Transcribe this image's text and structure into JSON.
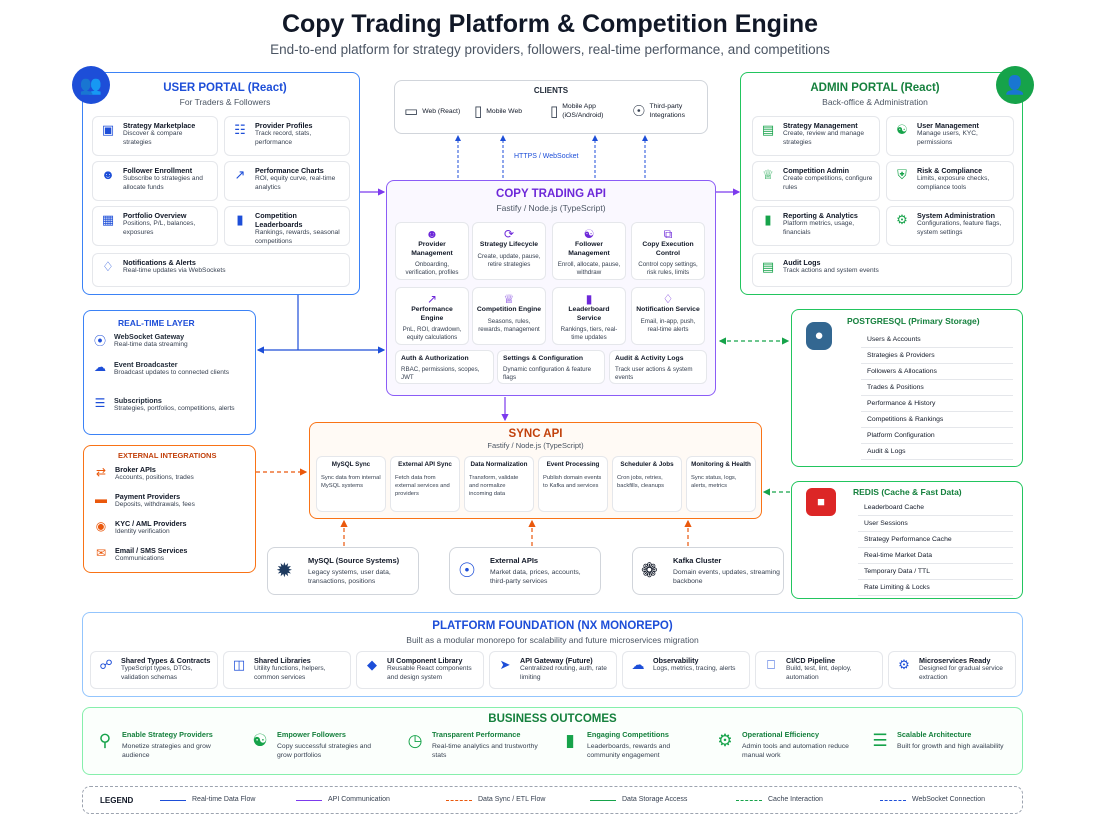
{
  "header": {
    "title": "Copy Trading Platform & Competition Engine",
    "subtitle": "End-to-end platform for strategy providers, followers, real-time performance, and competitions"
  },
  "user_portal": {
    "title": "USER PORTAL (React)",
    "subtitle": "For Traders & Followers",
    "items": [
      {
        "title": "Strategy Marketplace",
        "desc": "Discover & compare strategies",
        "icon": "marketplace-icon"
      },
      {
        "title": "Provider Profiles",
        "desc": "Track record, stats, performance",
        "icon": "database-icon"
      },
      {
        "title": "Follower Enrollment",
        "desc": "Subscribe to strategies and allocate funds",
        "icon": "user-plus-icon"
      },
      {
        "title": "Performance Charts",
        "desc": "ROI, equity curve, real-time analytics",
        "icon": "chart-line-icon"
      },
      {
        "title": "Portfolio Overview",
        "desc": "Positions, P/L, balances, exposures",
        "icon": "grid-icon"
      },
      {
        "title": "Competition Leaderboards",
        "desc": "Rankings, rewards, seasonal competitions",
        "icon": "bar-chart-icon"
      },
      {
        "title": "Notifications & Alerts",
        "desc": "Real-time updates via WebSockets",
        "icon": "bell-icon"
      }
    ]
  },
  "clients": {
    "title": "CLIENTS",
    "items": [
      {
        "label": "Web (React)",
        "icon": "monitor-icon"
      },
      {
        "label": "Mobile Web",
        "icon": "phone-icon"
      },
      {
        "label": "Mobile App (iOS/Android)",
        "icon": "phone-icon"
      },
      {
        "label": "Third-party Integrations",
        "icon": "globe-icon"
      }
    ],
    "connection_label": "HTTPS / WebSocket"
  },
  "admin_portal": {
    "title": "ADMIN PORTAL (React)",
    "subtitle": "Back-office & Administration",
    "items": [
      {
        "title": "Strategy Management",
        "desc": "Create, review and manage strategies",
        "icon": "document-icon"
      },
      {
        "title": "User Management",
        "desc": "Manage users, KYC, permissions",
        "icon": "users-icon"
      },
      {
        "title": "Competition Admin",
        "desc": "Create competitions, configure rules",
        "icon": "trophy-icon"
      },
      {
        "title": "Risk & Compliance",
        "desc": "Limits, exposure checks, compliance tools",
        "icon": "shield-icon"
      },
      {
        "title": "Reporting & Analytics",
        "desc": "Platform metrics, usage, financials",
        "icon": "bar-chart-icon"
      },
      {
        "title": "System Administration",
        "desc": "Configurations, feature flags, system settings",
        "icon": "gear-icon"
      },
      {
        "title": "Audit Logs",
        "desc": "Track actions and system events",
        "icon": "log-icon"
      }
    ]
  },
  "api": {
    "title": "COPY TRADING API",
    "subtitle": "Fastify / Node.js (TypeScript)",
    "modules": [
      {
        "title": "Provider Management",
        "desc": "Onboarding, verification, profiles",
        "icon": "user-icon"
      },
      {
        "title": "Strategy Lifecycle",
        "desc": "Create, update, pause, retire strategies",
        "icon": "lifecycle-icon"
      },
      {
        "title": "Follower Management",
        "desc": "Enroll, allocate, pause, withdraw",
        "icon": "users-icon"
      },
      {
        "title": "Copy Execution Control",
        "desc": "Control copy settings, risk rules, limits",
        "icon": "copy-icon"
      },
      {
        "title": "Performance Engine",
        "desc": "PnL, ROI, drawdown, equity calculations",
        "icon": "chart-line-icon"
      },
      {
        "title": "Competition Engine",
        "desc": "Seasons, rules, rewards, management",
        "icon": "trophy-icon"
      },
      {
        "title": "Leaderboard Service",
        "desc": "Rankings, tiers, real-time updates",
        "icon": "bar-chart-icon"
      },
      {
        "title": "Notification Service",
        "desc": "Email, in-app, push, real-time alerts",
        "icon": "bell-icon"
      }
    ],
    "bottom": [
      {
        "title": "Auth & Authorization",
        "desc": "RBAC, permissions, scopes, JWT"
      },
      {
        "title": "Settings & Configuration",
        "desc": "Dynamic configuration & feature flags"
      },
      {
        "title": "Audit & Activity Logs",
        "desc": "Track user actions & system events"
      }
    ]
  },
  "realtime": {
    "title": "REAL-TIME LAYER",
    "items": [
      {
        "title": "WebSocket Gateway",
        "desc": "Real-time data streaming",
        "icon": "broadcast-icon"
      },
      {
        "title": "Event Broadcaster",
        "desc": "Broadcast updates to connected clients",
        "icon": "cloud-icon"
      },
      {
        "title": "Subscriptions",
        "desc": "Strategies, portfolios, competitions, alerts",
        "icon": "list-icon"
      }
    ]
  },
  "postgres": {
    "title": "POSTGRESQL (Primary Storage)",
    "icon": "elephant-icon",
    "tables": [
      "Users & Accounts",
      "Strategies & Providers",
      "Followers & Allocations",
      "Trades & Positions",
      "Performance & History",
      "Competitions & Rankings",
      "Platform Configuration",
      "Audit & Logs"
    ]
  },
  "external": {
    "title": "EXTERNAL INTEGRATIONS",
    "items": [
      {
        "title": "Broker APIs",
        "desc": "Accounts, positions, trades",
        "icon": "exchange-icon"
      },
      {
        "title": "Payment Providers",
        "desc": "Deposits, withdrawals, fees",
        "icon": "card-icon"
      },
      {
        "title": "KYC / AML Providers",
        "desc": "Identity verification",
        "icon": "id-icon"
      },
      {
        "title": "Email / SMS Services",
        "desc": "Communications",
        "icon": "mail-icon"
      }
    ]
  },
  "sync": {
    "title": "SYNC API",
    "subtitle": "Fastify / Node.js (TypeScript)",
    "modules": [
      {
        "title": "MySQL Sync",
        "desc": "Sync data from internal MySQL systems"
      },
      {
        "title": "External API Sync",
        "desc": "Fetch data from external services and providers"
      },
      {
        "title": "Data Normalization",
        "desc": "Transform, validate and normalize incoming data"
      },
      {
        "title": "Event Processing",
        "desc": "Publish domain events to Kafka and services"
      },
      {
        "title": "Scheduler & Jobs",
        "desc": "Cron jobs, retries, backfills, cleanups"
      },
      {
        "title": "Monitoring & Health",
        "desc": "Sync status, logs, alerts, metrics"
      }
    ]
  },
  "redis": {
    "title": "REDIS (Cache & Fast Data)",
    "icon": "redis-icon",
    "tables": [
      "Leaderboard Cache",
      "User Sessions",
      "Strategy Performance Cache",
      "Real-time Market Data",
      "Temporary Data / TTL",
      "Rate Limiting & Locks"
    ]
  },
  "sources": [
    {
      "title": "MySQL (Source Systems)",
      "desc": "Legacy systems, user data, transactions, positions",
      "icon": "dolphin-icon"
    },
    {
      "title": "External APIs",
      "desc": "Market data, prices, accounts, third-party services",
      "icon": "globe-icon"
    },
    {
      "title": "Kafka Cluster",
      "desc": "Domain events, updates, streaming backbone",
      "icon": "kafka-icon"
    }
  ],
  "foundation": {
    "title": "PLATFORM FOUNDATION (NX MONOREPO)",
    "subtitle": "Built as a modular monorepo for scalability and future microservices migration",
    "items": [
      {
        "title": "Shared Types & Contracts",
        "desc": "TypeScript types, DTOs, validation schemas",
        "icon": "share-icon"
      },
      {
        "title": "Shared Libraries",
        "desc": "Utility functions, helpers, common services",
        "icon": "library-icon"
      },
      {
        "title": "UI Component Library",
        "desc": "Reusable React components and design system",
        "icon": "component-icon"
      },
      {
        "title": "API Gateway (Future)",
        "desc": "Centralized routing, auth, rate limiting",
        "icon": "gateway-icon"
      },
      {
        "title": "Observability",
        "desc": "Logs, metrics, tracing, alerts",
        "icon": "cloud-icon"
      },
      {
        "title": "CI/CD Pipeline",
        "desc": "Build, test, lint, deploy, automation",
        "icon": "pipeline-icon"
      },
      {
        "title": "Microservices Ready",
        "desc": "Designed for gradual service extraction",
        "icon": "gear-icon"
      }
    ]
  },
  "outcomes": {
    "title": "BUSINESS OUTCOMES",
    "items": [
      {
        "title": "Enable Strategy Providers",
        "desc": "Monetize strategies and grow audience",
        "icon": "search-icon"
      },
      {
        "title": "Empower Followers",
        "desc": "Copy successful strategies and grow portfolios",
        "icon": "users-icon"
      },
      {
        "title": "Transparent Performance",
        "desc": "Real-time analytics and trustworthy stats",
        "icon": "clock-icon"
      },
      {
        "title": "Engaging Competitions",
        "desc": "Leaderboards, rewards and community engagement",
        "icon": "bar-chart-icon"
      },
      {
        "title": "Operational Efficiency",
        "desc": "Admin tools and automation reduce manual work",
        "icon": "gear-icon"
      },
      {
        "title": "Scalable Architecture",
        "desc": "Built for growth and high availability",
        "icon": "stack-icon"
      }
    ]
  },
  "legend": {
    "title": "LEGEND",
    "items": [
      {
        "label": "Real-time Data Flow",
        "color": "#1d4ed8",
        "style": "solid"
      },
      {
        "label": "API Communication",
        "color": "#7c3aed",
        "style": "solid"
      },
      {
        "label": "Data Sync / ETL Flow",
        "color": "#ea580c",
        "style": "dashed"
      },
      {
        "label": "Data Storage Access",
        "color": "#16a34a",
        "style": "solid"
      },
      {
        "label": "Cache Interaction",
        "color": "#16a34a",
        "style": "dashed"
      },
      {
        "label": "WebSocket Connection",
        "color": "#1d4ed8",
        "style": "dashed"
      }
    ]
  },
  "colors": {
    "blue": "#1d4ed8",
    "purple": "#7c3aed",
    "green": "#16a34a",
    "orange": "#ea580c"
  }
}
